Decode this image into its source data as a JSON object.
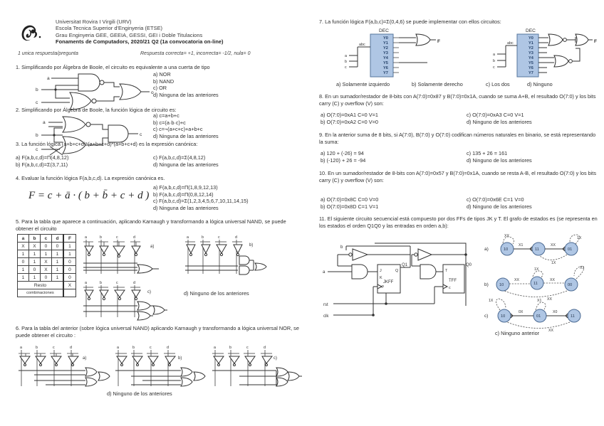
{
  "document": {
    "institution_lines": [
      "Universitat Rovira I Virgili (URV)",
      "Escola Tecnica Superior d'Enginyeria (ETSE)",
      "Grau Enginyeria GEE, GEEIA, GESSI, GEI i Doble Titulacions"
    ],
    "course_line": "Fonaments de Computadors, 2020/21 Q2 (1a convocatoria on-line)",
    "note_left": "1 unica respuesta/pregunta",
    "note_right": "Respuesta correcta= +1, incorrecta= -1/2, nula= 0",
    "logo_name": "urv-logo"
  },
  "questions": [
    {
      "number": "1.",
      "text": "1. Simplificando por Álgebra de Boole, el circuito es equivalente a una cuerta de tipo",
      "options": [
        "a) NOR",
        "b) NAND",
        "c) OR",
        "d) Ninguna de las anteriores"
      ],
      "circuit_inputs": [
        "a",
        "b",
        "c"
      ],
      "circuit_output": "o"
    },
    {
      "number": "2.",
      "text": "2. Simplificando por Álgebra de Boole, la función lógica de circuito es:",
      "options": [
        "a) c=a+b+c",
        "b) c=(a·b·c)+c",
        "c) c=¬(a+c+c)+a+b+c",
        "d) Ninguna de las anteriores"
      ],
      "circuit_inputs": [
        "a",
        "b",
        "c"
      ],
      "circuit_output": "c"
    },
    {
      "number": "3.",
      "text": "3. La función lógica (a+b+c+d)*(a+b+c+d)*(a+b+c+d) es la expresión canónica:",
      "options_left": [
        "a) F(a,b,c,d)=Π(4,8,12)",
        "b) F(a,b,c,d)=Σ(3,7,11)"
      ],
      "options_right": [
        "c) F(a,b,c,d)=Σ(4,8,12)",
        "d) Ninguna de las anteriores"
      ]
    },
    {
      "number": "4.",
      "text": "4. Evaluar la función lógica F(a,b,c,d). La expresión canónica es.",
      "formula": "F = c + ā · ( b + b̄ + c + d )",
      "options": [
        "a)  F(a,b,c,d)=Π(1,8,9,12,13)",
        "b)  F(a,b,c,d)=Π(0,8,12,14)",
        "c)  F(a,b,c,d)=Σ(1,2,3,4,5,6,7,10,11,14,15)",
        "d)  Ninguna de las anteriores"
      ]
    },
    {
      "number": "5.",
      "text": "5. Para la tabla que aparece a continuación, aplicando Karnaugh y transformando a lógica universal NAND, se puede obtener el circuito",
      "table_headers": [
        "a",
        "b",
        "c",
        "d",
        "F"
      ],
      "table_rows": [
        [
          "X",
          "X",
          "0",
          "0",
          "1"
        ],
        [
          "1",
          "1",
          "1",
          "1",
          "1"
        ],
        [
          "0",
          "1",
          "X",
          "1",
          "0"
        ],
        [
          "1",
          "0",
          "X",
          "1",
          "0"
        ],
        [
          "1",
          "1",
          "0",
          "1",
          "0"
        ]
      ],
      "table_rest_label": "Resto",
      "table_rest_sub": "combinaciones",
      "table_rest_value": "X",
      "choice_labels": [
        "a)",
        "b)",
        "c)"
      ],
      "last_option": "d) Ninguno de los anteriores"
    },
    {
      "number": "6.",
      "text": "6. Para la tabla del anterior (sobre lógica universal NAND) aplicando Karnaugh y transformando a lógica universal NOR, se puede obtener el circuito :",
      "choice_labels": [
        "a)",
        "b)",
        "c)"
      ],
      "last_option": "d) Ninguno de los anteriores"
    },
    {
      "number": "7.",
      "text": "7. La función lógica F(a,b,c)=Σ(0,4,6) se puede implementar con ellos circuitos:",
      "block_label_left": "DEC",
      "block_label_right": "DEC",
      "dec_outputs": [
        "Y0",
        "Y1",
        "Y2",
        "Y3",
        "Y4",
        "Y5",
        "Y6",
        "Y7"
      ],
      "dec_inputs": [
        "a",
        "b",
        "c"
      ],
      "output_label": "F",
      "options": [
        "a) Solamente izquierdo",
        "b) Solamente derecho",
        "c) Los dos",
        "d) Ninguno"
      ]
    },
    {
      "number": "8.",
      "text": "8. En un sumador/restador de 8-bits con A(7:0)=0x87 y B(7:0)=0x1A, cuando se suma A+B, el resultado O(7:0) y los bits carry (C) y overflow (V) son:",
      "options_left": [
        "a) O(7:0)=0xA1      C=0   V=1",
        "b) O(7:0)=0xA2      C=0   V=0"
      ],
      "options_right": [
        "c) O(7:0)=0xA3      C=0   V=1",
        "d) Ninguno de los anteriores"
      ]
    },
    {
      "number": "9.",
      "text": "9. En la anterior suma de 8 bits, si A(7:0), B(7:0) y O(7:0) codifican números naturales en binario, se está representando  la suma:",
      "options_left": [
        "a) 120 + (-26) = 94",
        "b) (-120) + 26 = -94"
      ],
      "options_right": [
        "c) 135 + 26 = 161",
        "d) Ninguno de los anteriores"
      ]
    },
    {
      "number": "10.",
      "text": "10. En un sumador/restador de 8-bits con A(7:0)=0x57 y B(7:0)=0x1A, cuando se resta A-B, el resultado O(7:0) y los bits carry (C) y overflow (V) son:",
      "options_left": [
        "a) O(7:0)=0x8C      C=0   V=0",
        "b) O(7:0)=0x8D      C=1   V=1"
      ],
      "options_right": [
        "c) O(7:0)=0x6E      C=1   V=0",
        "d) Ninguno de los anteriores"
      ]
    },
    {
      "number": "11.",
      "text": "11. El siguiente circuito secuencial está compuesto por dos FFs de tipos JK y T. El grafo de estados es (se representa en los estados el orden Q1Q0 y las entradas en orden a,b):",
      "circuit_labels": {
        "inputs": [
          "a",
          "b"
        ],
        "reset": "rst",
        "clock": "clk",
        "ff1": "JKFF",
        "ff1_pins": [
          "J",
          "K",
          "Q",
          "p"
        ],
        "ff1_out": "Q1",
        "ff2": "TFF",
        "ff2_pins": [
          "T",
          "c"
        ],
        "ff2_out": "Q0"
      },
      "graphs": [
        {
          "label": "a)",
          "states": [
            "10",
            "11",
            "01"
          ],
          "edges": [
            "X1",
            "XX",
            "XX",
            "1X",
            "1X"
          ]
        },
        {
          "label": "b)",
          "states": [
            "10",
            "11",
            "00"
          ],
          "edges": [
            "XX",
            "XX",
            "1X",
            "X1",
            "XX"
          ]
        },
        {
          "label": "c)",
          "states": [
            "10",
            "01",
            "11"
          ],
          "edges": [
            "0X",
            "X0",
            "1X",
            "X1",
            "XX"
          ]
        }
      ],
      "last_option": "c) Ninguno anterior"
    }
  ],
  "colors": {
    "dec_block_fill": "#a9c2e3",
    "dec_block_stroke": "#4a6b96",
    "state_fill": "#a9c2e3",
    "state_stroke": "#3e5f8a",
    "ink": "#1b1b1b",
    "page": "#ffffff"
  }
}
